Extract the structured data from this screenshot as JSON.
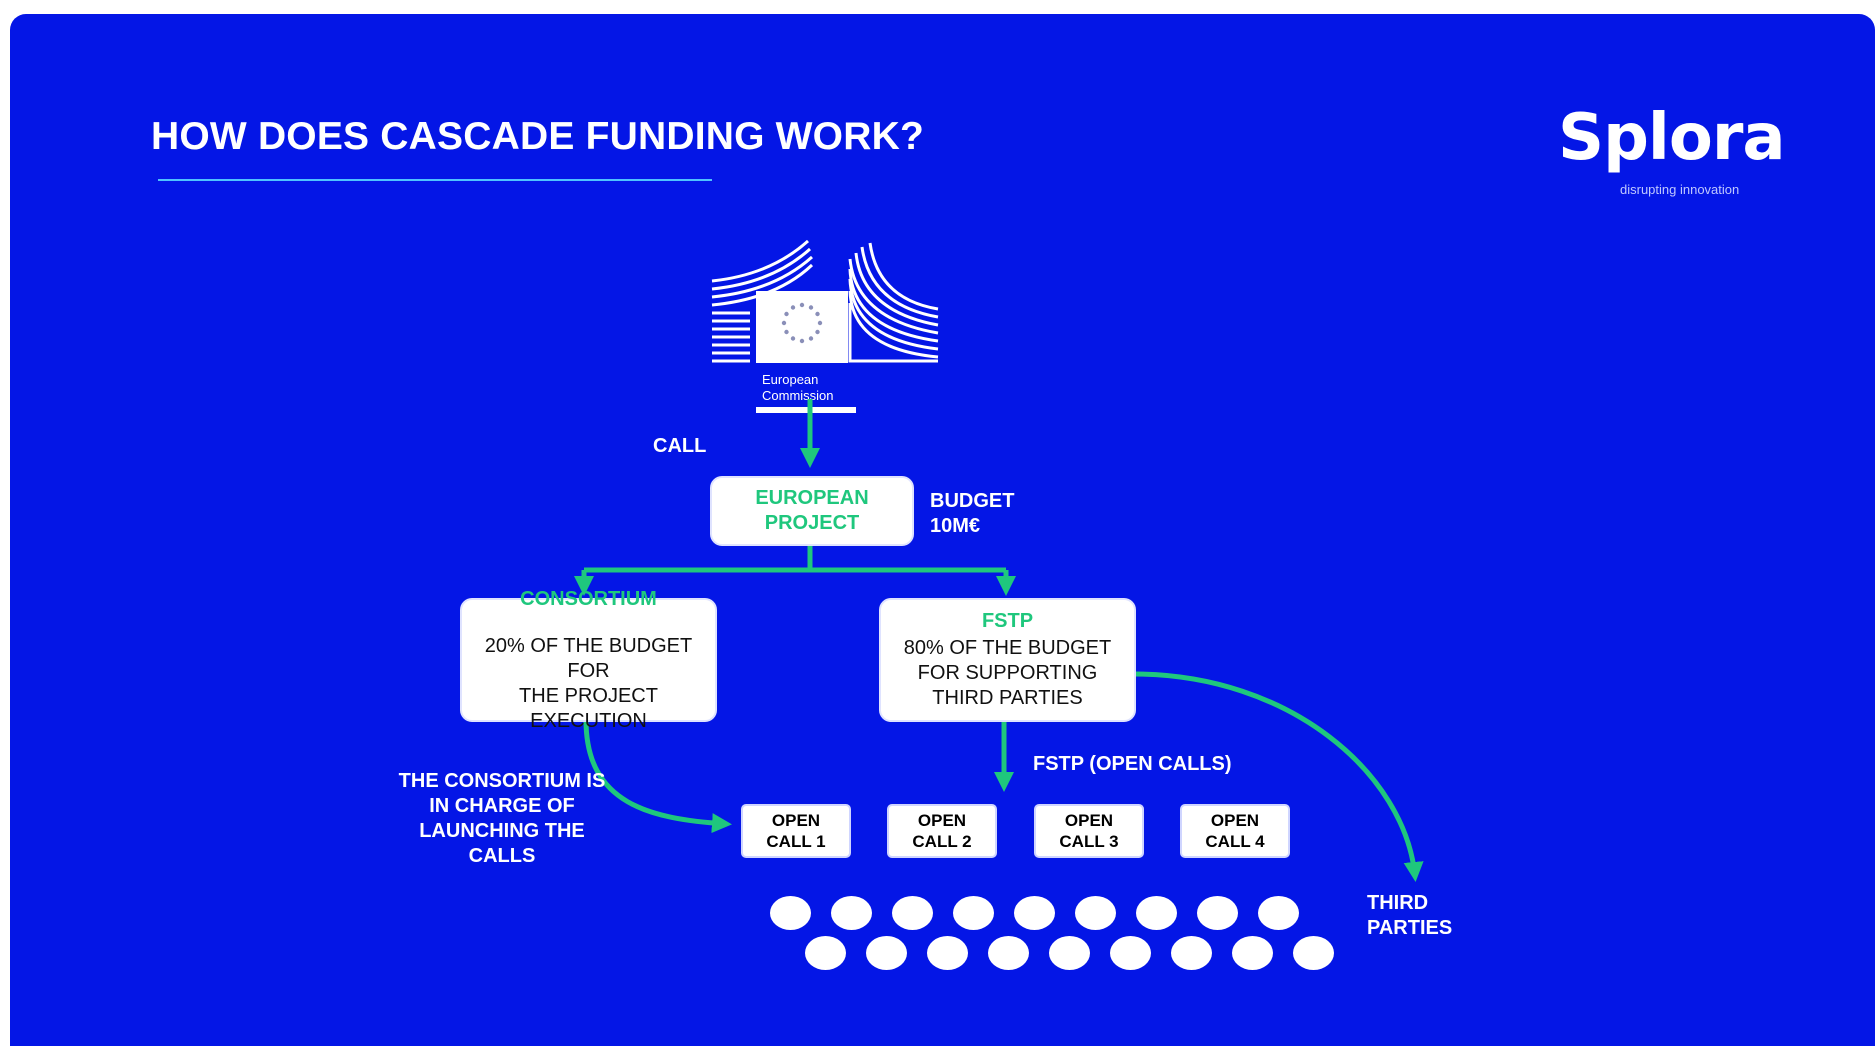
{
  "title": "HOW DOES CASCADE FUNDING WORK?",
  "logo": {
    "wordmark": "Splora",
    "tagline": "disrupting innovation"
  },
  "ec_logo": {
    "line1": "European",
    "line2": "Commission"
  },
  "labels": {
    "call": "CALL",
    "budget_line1": "BUDGET",
    "budget_line2": "10M€",
    "fstp_open_calls": "FSTP (OPEN CALLS)",
    "consortium_note": [
      "THE CONSORTIUM IS",
      "IN CHARGE OF",
      "LAUNCHING THE",
      "CALLS"
    ],
    "third_parties": [
      "THIRD",
      "PARTIES"
    ]
  },
  "european_project": {
    "line1": "EUROPEAN",
    "line2": "PROJECT"
  },
  "consortium": {
    "heading": "CONSORTIUM",
    "line1": "20% OF THE BUDGET FOR",
    "line2": "THE PROJECT EXECUTION"
  },
  "fstp": {
    "heading": "FSTP",
    "line1": "80% OF THE BUDGET",
    "line2": "FOR SUPPORTING",
    "line3": "THIRD PARTIES"
  },
  "open_calls": [
    {
      "line1": "OPEN",
      "line2": "CALL 1"
    },
    {
      "line1": "OPEN",
      "line2": "CALL 2"
    },
    {
      "line1": "OPEN",
      "line2": "CALL 3"
    },
    {
      "line1": "OPEN",
      "line2": "CALL 4"
    }
  ],
  "third_party_dots": {
    "row1": 9,
    "row2": 9
  },
  "colors": {
    "background": "#0416e6",
    "arrow": "#1fc77d",
    "accent_text": "#1fc77d"
  }
}
